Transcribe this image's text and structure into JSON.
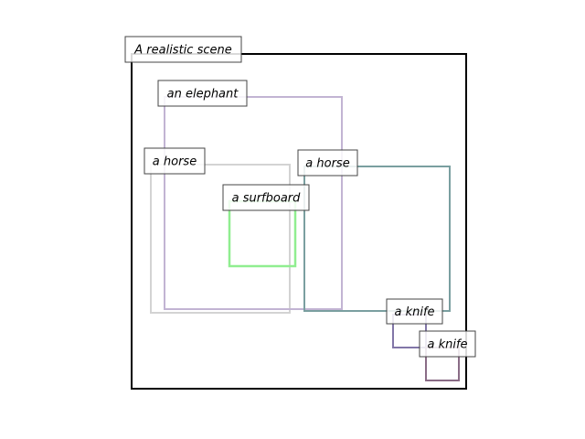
{
  "scene": {
    "label": "A realistic scene",
    "frame_color": "#000000"
  },
  "objects": [
    {
      "id": "elephant",
      "label": "an elephant",
      "color": "#c2b4d3"
    },
    {
      "id": "horse-1",
      "label": "a horse",
      "color": "#d3d3d3"
    },
    {
      "id": "horse-2",
      "label": "a horse",
      "color": "#7a9fa0"
    },
    {
      "id": "surfboard",
      "label": "a surfboard",
      "color": "#90ee90"
    },
    {
      "id": "knife-1",
      "label": "a knife",
      "color": "#8276a8"
    },
    {
      "id": "knife-2",
      "label": "a knife",
      "color": "#8a6c86"
    }
  ]
}
